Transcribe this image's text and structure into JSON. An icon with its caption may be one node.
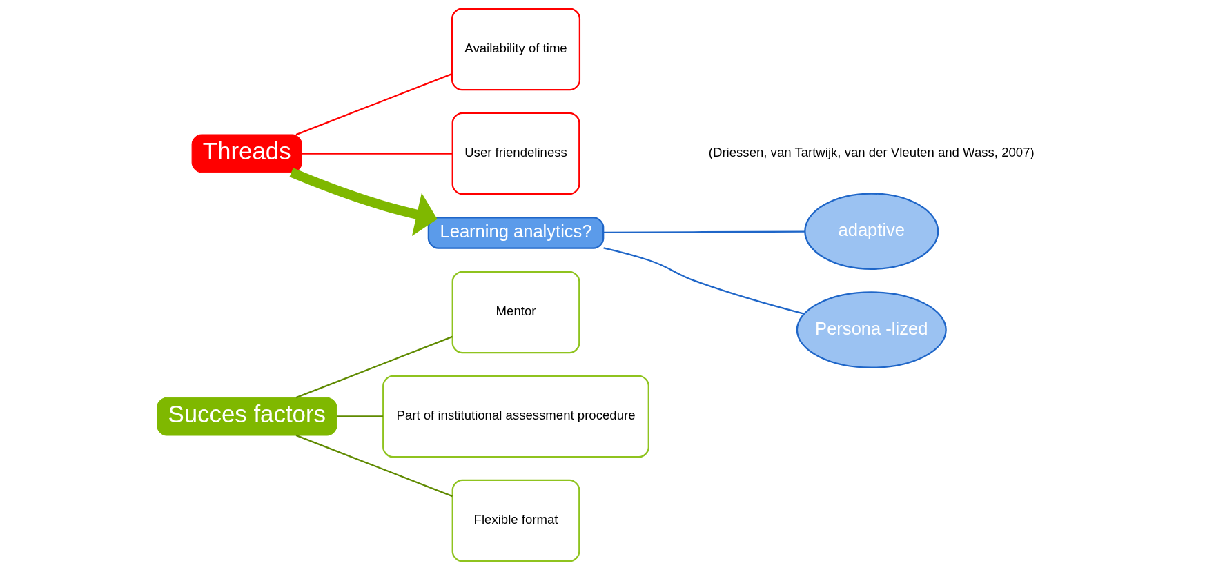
{
  "diagram": {
    "nodes": [
      {
        "text": [
          "Succes factors"
        ]
      },
      {
        "text": [
          "Mentor"
        ]
      },
      {
        "text": [
          "Part of institutional assessment procedure"
        ]
      },
      {
        "text": [
          "Flexible format"
        ]
      },
      {
        "text": [
          "Threads"
        ]
      },
      {
        "text": [
          "Availability of time"
        ]
      },
      {
        "text": [
          "User friendeliness"
        ]
      },
      {
        "text": [
          "Learning analytics?"
        ]
      },
      {
        "text": [
          "adaptive"
        ]
      },
      {
        "text": [
          "Persona -lized"
        ]
      }
    ],
    "edges": [
      {
        "from": 0,
        "to": 1,
        "arrow": "none",
        "color": "#5f8a00"
      },
      {
        "from": 0,
        "to": 2,
        "arrow": "none",
        "color": "#5f8a00"
      },
      {
        "from": 0,
        "to": 3,
        "arrow": "none",
        "color": "#5f8a00"
      },
      {
        "from": 4,
        "to": 5,
        "arrow": "none",
        "color": "#ff0000"
      },
      {
        "from": 4,
        "to": 6,
        "arrow": "none",
        "color": "#ff0000"
      },
      {
        "from": 4,
        "to": 7,
        "arrow": "to",
        "style": "thick",
        "color": "#7fb800"
      },
      {
        "from": 7,
        "to": 8,
        "arrow": "none",
        "color": "#1f66c8"
      },
      {
        "from": 7,
        "to": 9,
        "arrow": "none",
        "color": "#1f66c8"
      }
    ],
    "labels": [
      "(Driessen, van Tartwijk, van der Vleuten and Wass, 2007)"
    ]
  }
}
